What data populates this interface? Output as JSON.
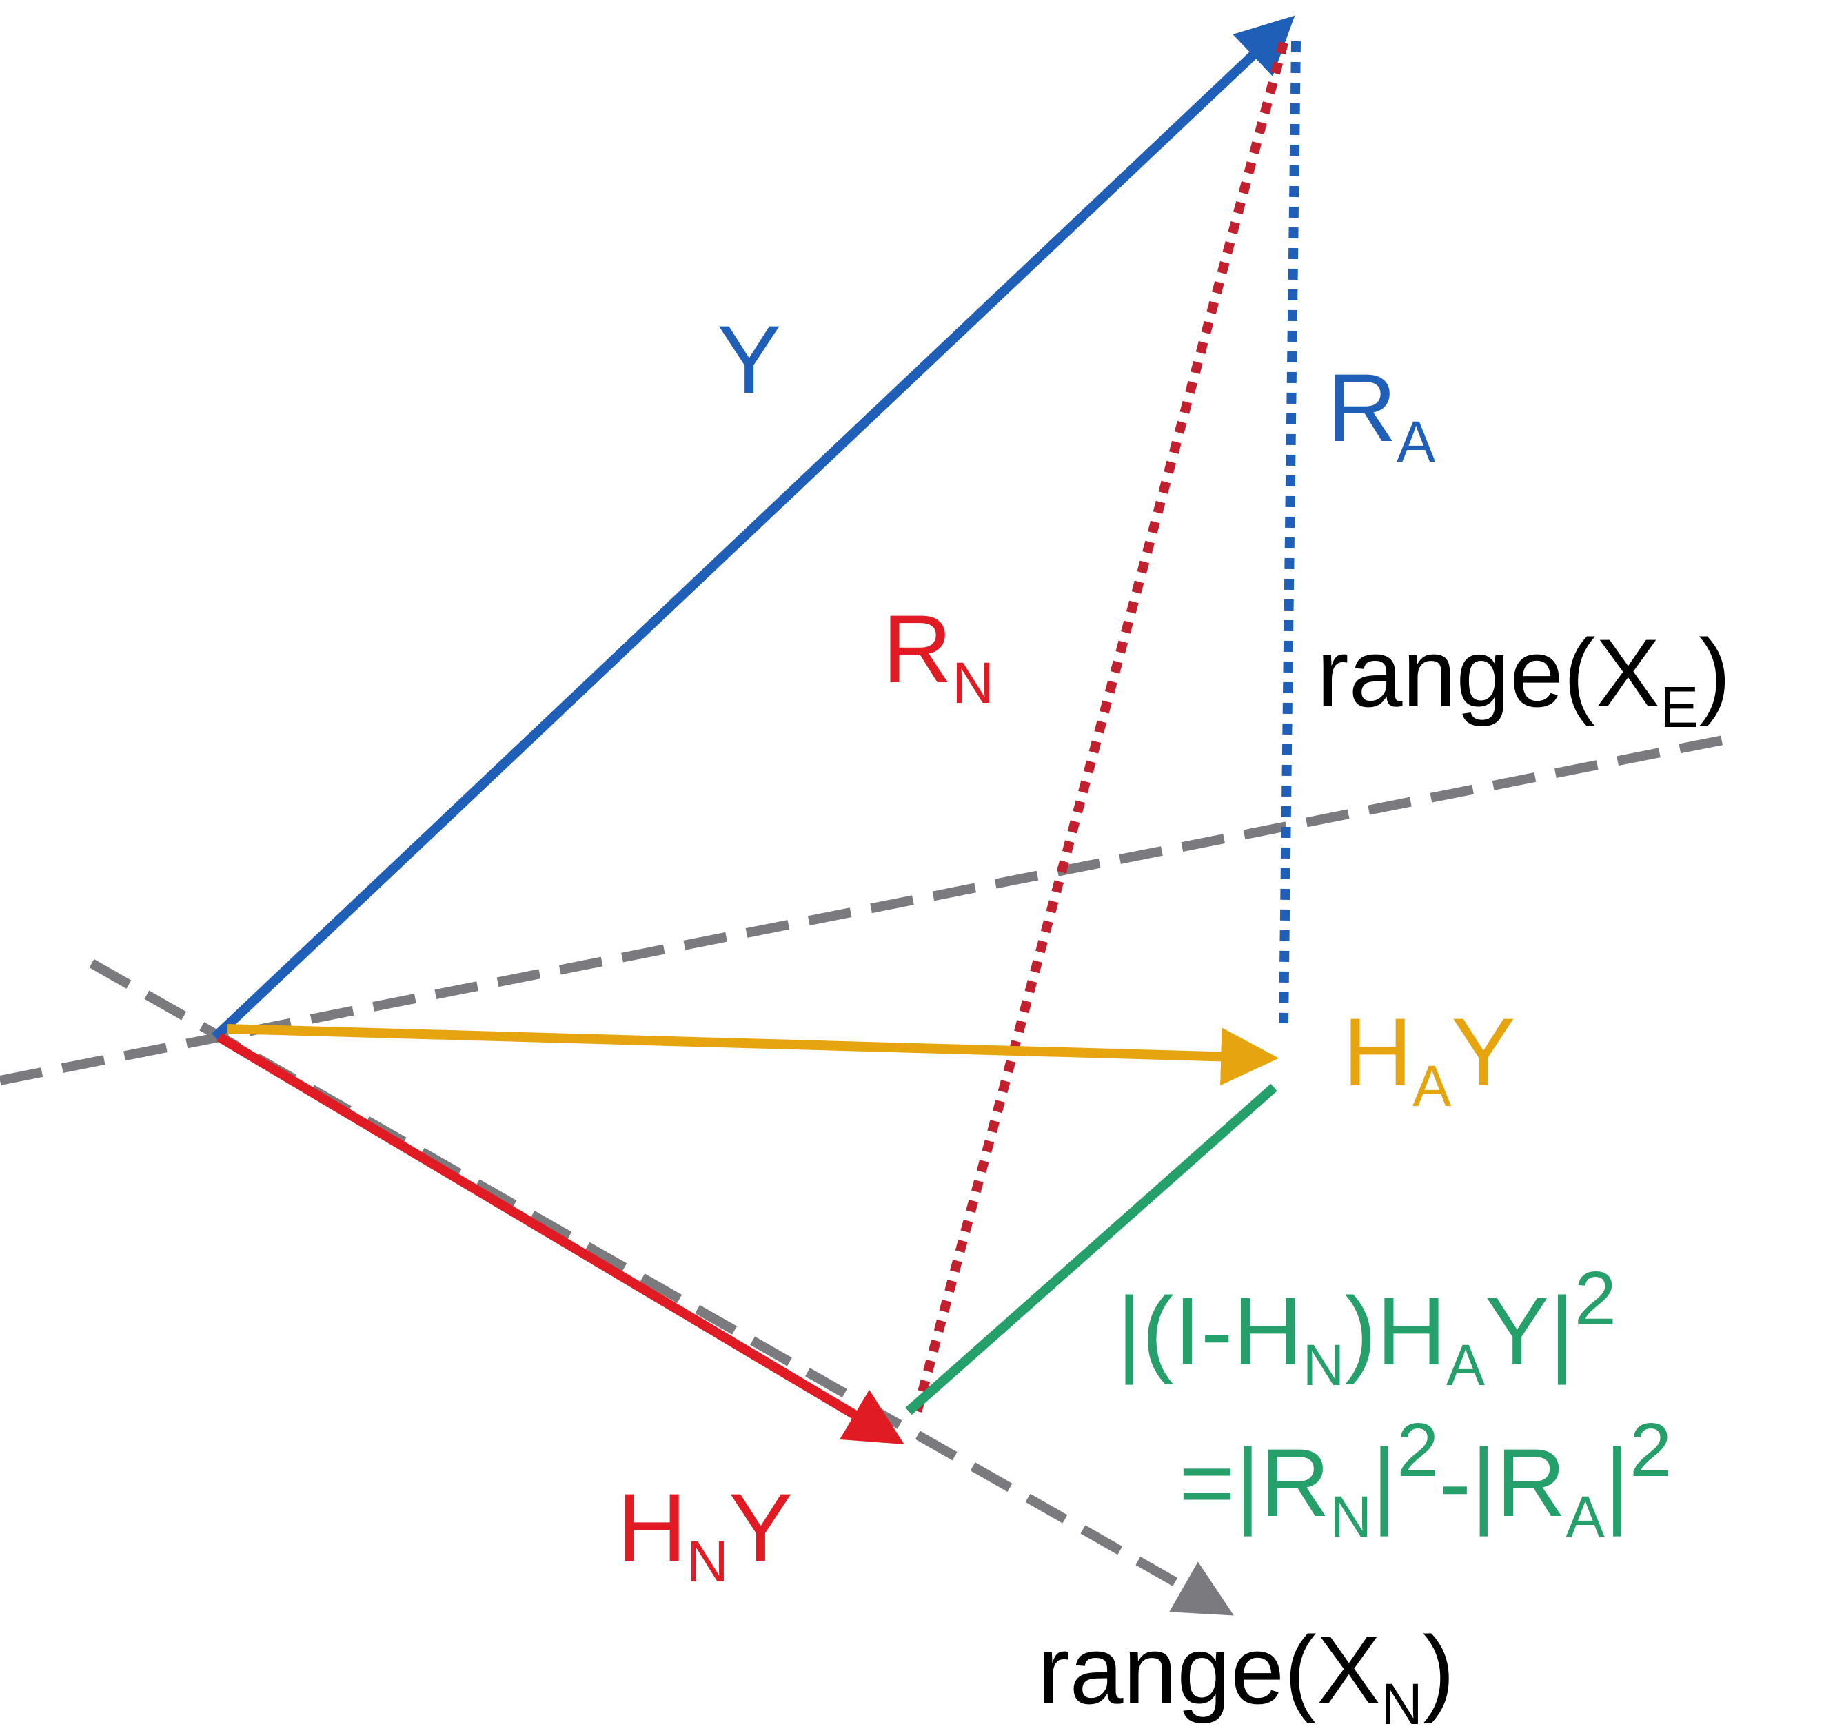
{
  "colors": {
    "blue": "#1f5fb7",
    "red": "#e01b24",
    "dark_red": "#c2202e",
    "gold": "#e6a50f",
    "green": "#26a06a",
    "gray": "#7b7b7f",
    "black": "#000000"
  },
  "labels": {
    "y": {
      "main": "Y"
    },
    "r_a": {
      "main": "R",
      "sub": "A"
    },
    "r_n": {
      "main": "R",
      "sub": "N"
    },
    "range_xe": {
      "pre": "range(X",
      "sub": "E",
      "post": ")"
    },
    "range_xn": {
      "pre": "range(X",
      "sub": "N",
      "post": ")"
    },
    "h_a_y": {
      "pre": "H",
      "sub": "A",
      "post": "Y"
    },
    "h_n_y": {
      "pre": "H",
      "sub": "N",
      "post": "Y"
    },
    "formula_line1": {
      "p1": "|(I-H",
      "s1": "N",
      "p2": ")H",
      "s2": "A",
      "p3": "Y|",
      "sup": "2"
    },
    "formula_line2": {
      "p1": "=|R",
      "s1": "N",
      "p2": "|",
      "sup1": "2",
      "p3": "-|R",
      "s2": "A",
      "p4": "|",
      "sup2": "2"
    }
  }
}
